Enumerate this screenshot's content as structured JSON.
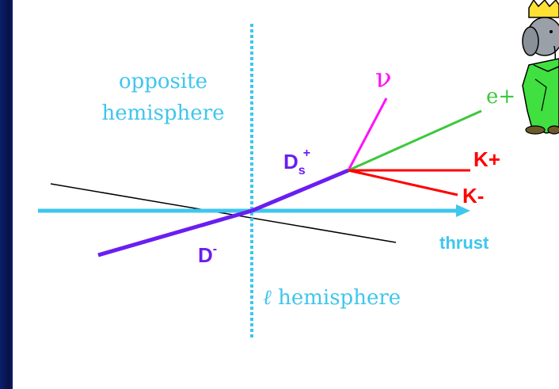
{
  "labels": {
    "opposite_line1": "opposite",
    "opposite_line2": "hemisphere",
    "lepton_symbol": "ℓ",
    "lepton_hemisphere": " hemisphere",
    "nu": "ν",
    "e_plus": "e+",
    "ds_main": "D",
    "ds_sub": "s",
    "ds_sup": "+",
    "d_main": "D",
    "d_sup": "-",
    "k_plus": "K+",
    "k_minus": "K-",
    "thrust": "thrust"
  },
  "colors": {
    "background": "#ffffff",
    "frame": "#0a1a5c",
    "cyan": "#3ec6ee",
    "purple": "#6a1ef0",
    "magenta": "#ff10ff",
    "green": "#3cc83c",
    "red": "#ff0000",
    "black": "#000000"
  },
  "icons": {
    "mascot": "babar-elephant-icon"
  }
}
